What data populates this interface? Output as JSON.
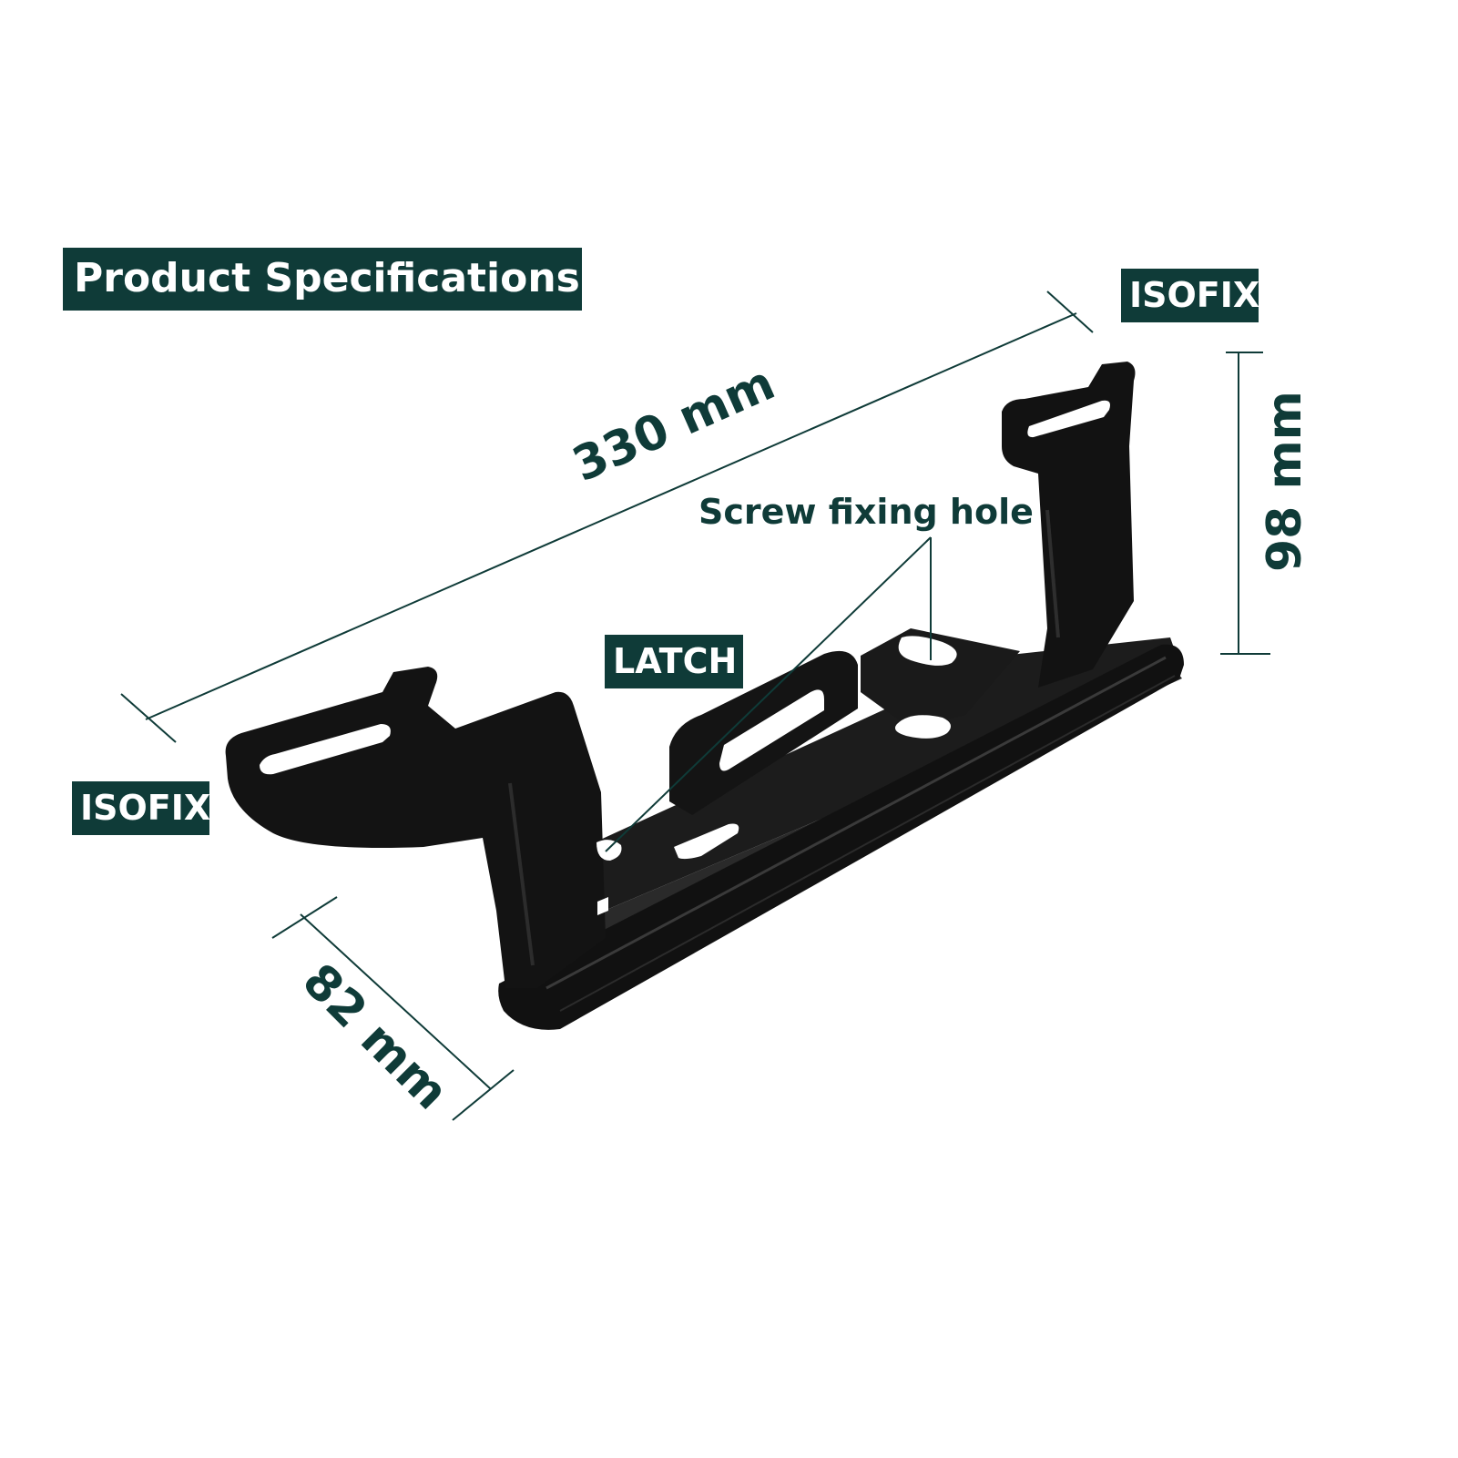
{
  "title": "Product Specifications",
  "labels": {
    "isofix_right": "ISOFIX",
    "isofix_left": "ISOFIX",
    "latch": "LATCH",
    "screw_hole": "Screw fixing hole"
  },
  "dimensions": {
    "length": "330 mm",
    "height": "98 mm",
    "depth": "82 mm"
  },
  "colors": {
    "tag_background": "#0f3b38",
    "tag_text": "#ffffff",
    "dimension_text": "#0f3b38",
    "product": "#161616"
  }
}
